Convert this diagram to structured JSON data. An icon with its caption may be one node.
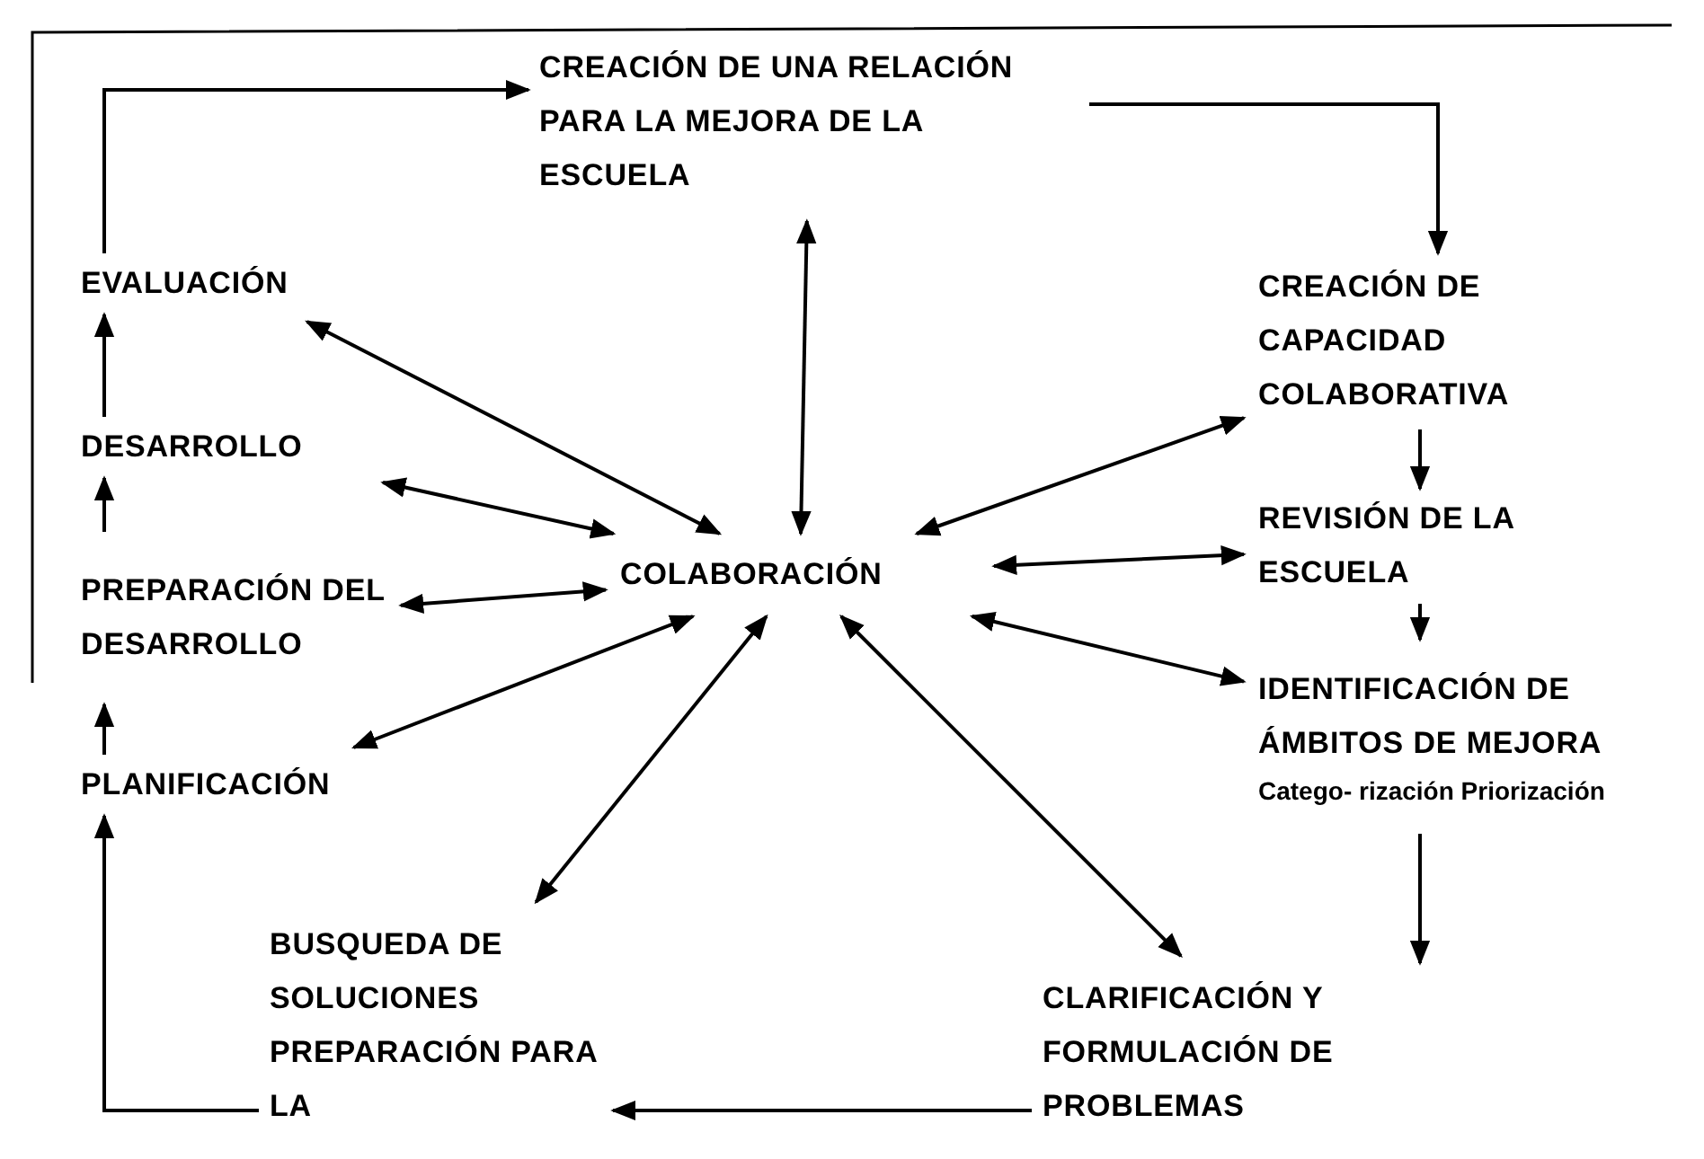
{
  "diagram": {
    "nodes": [
      {
        "text": [
          "CREACIÓN DE UNA RELACIÓN PARA LA MEJORA DE LA ESCUELA"
        ]
      },
      {
        "text": [
          "EVALUACIÓN"
        ]
      },
      {
        "text": [
          "CREACIÓN DE CAPACIDAD COLABORATIVA"
        ]
      },
      {
        "text": [
          "DESARROLLO"
        ]
      },
      {
        "text": [
          "COLABORACIÓN"
        ]
      },
      {
        "text": [
          "REVISIÓN DE LA ESCUELA"
        ]
      },
      {
        "text": [
          "PREPARACIÓN DEL DESARROLLO"
        ]
      },
      {
        "text": [
          "IDENTIFICACIÓN DE ÁMBITOS DE MEJORA",
          "Catego- rización Priorización"
        ]
      },
      {
        "text": [
          "PLANIFICACIÓN"
        ]
      },
      {
        "text": [
          "BUSQUEDA DE SOLUCIONES PREPARACIÓN PARA LA"
        ]
      },
      {
        "text": [
          "CLARIFICACIÓN Y FORMULACIÓN DE PROBLEMAS"
        ]
      }
    ],
    "edges": [
      {
        "from": 1,
        "to": 0,
        "arrow": "to"
      },
      {
        "from": 0,
        "to": 2,
        "arrow": "to"
      },
      {
        "from": 2,
        "to": 5,
        "arrow": "to"
      },
      {
        "from": 5,
        "to": 7,
        "arrow": "to"
      },
      {
        "from": 7,
        "to": 10,
        "arrow": "to"
      },
      {
        "from": 10,
        "to": 9,
        "arrow": "to"
      },
      {
        "from": 9,
        "to": 8,
        "arrow": "to"
      },
      {
        "from": 8,
        "to": 6,
        "arrow": "to"
      },
      {
        "from": 6,
        "to": 3,
        "arrow": "to"
      },
      {
        "from": 3,
        "to": 1,
        "arrow": "to"
      },
      {
        "from": 4,
        "to": 0,
        "arrow": "both"
      },
      {
        "from": 4,
        "to": 1,
        "arrow": "both"
      },
      {
        "from": 4,
        "to": 2,
        "arrow": "both"
      },
      {
        "from": 4,
        "to": 3,
        "arrow": "both"
      },
      {
        "from": 4,
        "to": 5,
        "arrow": "both"
      },
      {
        "from": 4,
        "to": 6,
        "arrow": "both"
      },
      {
        "from": 4,
        "to": 7,
        "arrow": "both"
      },
      {
        "from": 4,
        "to": 8,
        "arrow": "both"
      },
      {
        "from": 4,
        "to": 9,
        "arrow": "both"
      },
      {
        "from": 4,
        "to": 10,
        "arrow": "both"
      }
    ]
  }
}
